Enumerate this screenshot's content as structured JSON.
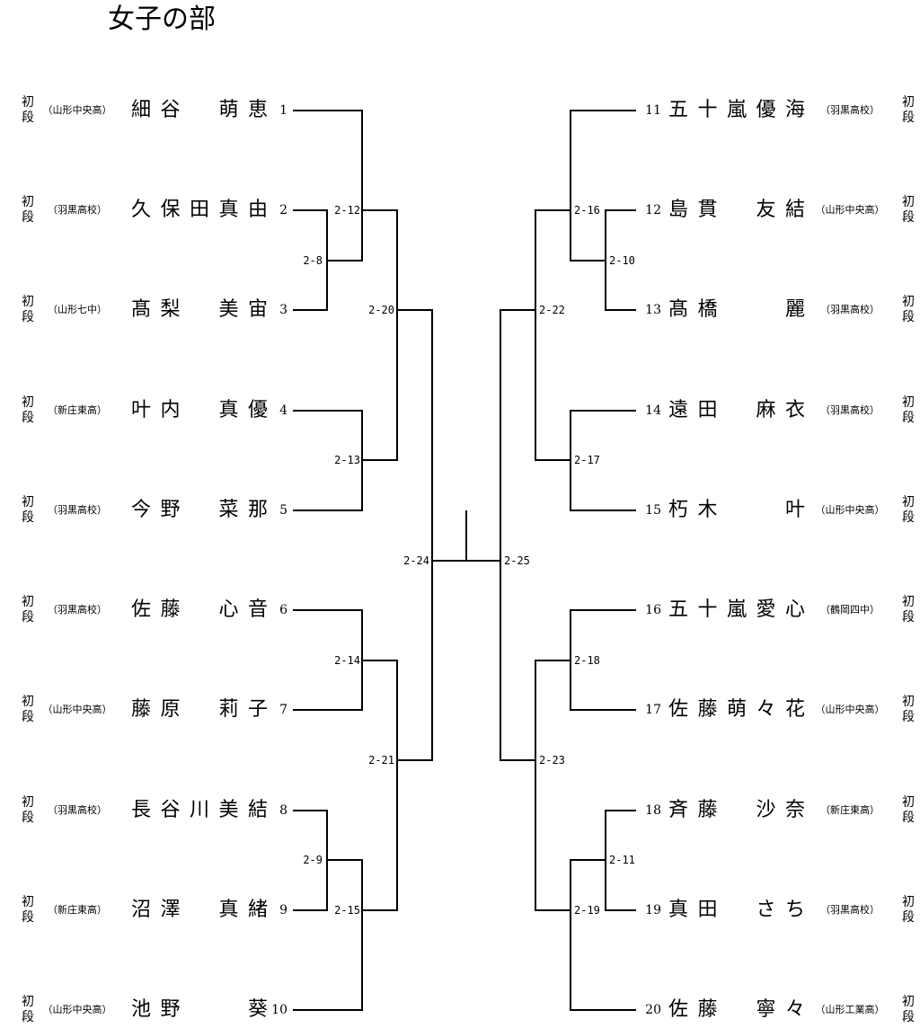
{
  "title": "女子の部",
  "left_players": [
    {
      "seed": "1",
      "name": [
        "細",
        "谷",
        "",
        "萌",
        "恵"
      ],
      "school": "（山形中央高）",
      "rank": [
        "初",
        "段"
      ]
    },
    {
      "seed": "2",
      "name": [
        "久",
        "保",
        "田",
        "真",
        "由"
      ],
      "school": "（羽黒高校）",
      "rank": [
        "初",
        "段"
      ]
    },
    {
      "seed": "3",
      "name": [
        "髙",
        "梨",
        "",
        "美",
        "宙"
      ],
      "school": "（山形七中）",
      "rank": [
        "初",
        "段"
      ]
    },
    {
      "seed": "4",
      "name": [
        "叶",
        "内",
        "",
        "真",
        "優"
      ],
      "school": "（新庄東高）",
      "rank": [
        "初",
        "段"
      ]
    },
    {
      "seed": "5",
      "name": [
        "今",
        "野",
        "",
        "菜",
        "那"
      ],
      "school": "（羽黒高校）",
      "rank": [
        "初",
        "段"
      ]
    },
    {
      "seed": "6",
      "name": [
        "佐",
        "藤",
        "",
        "心",
        "音"
      ],
      "school": "（羽黒高校）",
      "rank": [
        "初",
        "段"
      ]
    },
    {
      "seed": "7",
      "name": [
        "藤",
        "原",
        "",
        "莉",
        "子"
      ],
      "school": "（山形中央高）",
      "rank": [
        "初",
        "段"
      ]
    },
    {
      "seed": "8",
      "name": [
        "長",
        "谷",
        "川",
        "美",
        "結"
      ],
      "school": "（羽黒高校）",
      "rank": [
        "初",
        "段"
      ]
    },
    {
      "seed": "9",
      "name": [
        "沼",
        "澤",
        "",
        "真",
        "緒"
      ],
      "school": "（新庄東高）",
      "rank": [
        "初",
        "段"
      ]
    },
    {
      "seed": "10",
      "name": [
        "池",
        "野",
        "",
        "",
        "葵"
      ],
      "school": "（山形中央高）",
      "rank": [
        "初",
        "段"
      ]
    }
  ],
  "right_players": [
    {
      "seed": "11",
      "name": [
        "五",
        "十",
        "嵐",
        "優",
        "海"
      ],
      "school": "（羽黒高校）",
      "rank": [
        "初",
        "段"
      ]
    },
    {
      "seed": "12",
      "name": [
        "島",
        "貫",
        "",
        "友",
        "結"
      ],
      "school": "（山形中央高）",
      "rank": [
        "初",
        "段"
      ]
    },
    {
      "seed": "13",
      "name": [
        "髙",
        "橋",
        "",
        "",
        "麗"
      ],
      "school": "（羽黒高校）",
      "rank": [
        "初",
        "段"
      ]
    },
    {
      "seed": "14",
      "name": [
        "遠",
        "田",
        "",
        "麻",
        "衣"
      ],
      "school": "（羽黒高校）",
      "rank": [
        "初",
        "段"
      ]
    },
    {
      "seed": "15",
      "name": [
        "朽",
        "木",
        "",
        "",
        "叶"
      ],
      "school": "（山形中央高）",
      "rank": [
        "初",
        "段"
      ]
    },
    {
      "seed": "16",
      "name": [
        "五",
        "十",
        "嵐",
        "愛",
        "心"
      ],
      "school": "（鶴岡四中）",
      "rank": [
        "初",
        "段"
      ]
    },
    {
      "seed": "17",
      "name": [
        "佐",
        "藤",
        "萌",
        "々",
        "花"
      ],
      "school": "（山形中央高）",
      "rank": [
        "初",
        "段"
      ]
    },
    {
      "seed": "18",
      "name": [
        "斉",
        "藤",
        "",
        "沙",
        "奈"
      ],
      "school": "（新庄東高）",
      "rank": [
        "初",
        "段"
      ]
    },
    {
      "seed": "19",
      "name": [
        "真",
        "田",
        "",
        "さ",
        "ち"
      ],
      "school": "（羽黒高校）",
      "rank": [
        "初",
        "段"
      ]
    },
    {
      "seed": "20",
      "name": [
        "佐",
        "藤",
        "",
        "寧",
        "々"
      ],
      "school": "（山形工業高）",
      "rank": [
        "初",
        "段"
      ]
    }
  ],
  "matches": {
    "m2_8": "2-8",
    "m2_9": "2-9",
    "m2_10": "2-10",
    "m2_11": "2-11",
    "m2_12": "2-12",
    "m2_13": "2-13",
    "m2_14": "2-14",
    "m2_15": "2-15",
    "m2_16": "2-16",
    "m2_17": "2-17",
    "m2_18": "2-18",
    "m2_19": "2-19",
    "m2_20": "2-20",
    "m2_21": "2-21",
    "m2_22": "2-22",
    "m2_23": "2-23",
    "m2_24": "2-24",
    "m2_25": "2-25"
  }
}
